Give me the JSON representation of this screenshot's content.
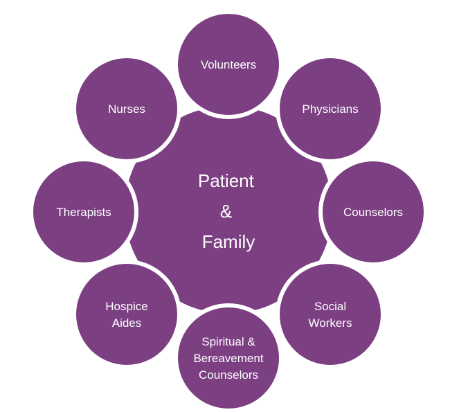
{
  "colors": {
    "fill": "#7b3f82",
    "stroke": "#ffffff",
    "text": "#ffffff"
  },
  "center": {
    "lines": [
      "Patient",
      "&",
      "Family"
    ]
  },
  "nodes": [
    {
      "id": "volunteers",
      "lines": [
        "Volunteers"
      ]
    },
    {
      "id": "physicians",
      "lines": [
        "Physicians"
      ]
    },
    {
      "id": "counselors",
      "lines": [
        "Counselors"
      ]
    },
    {
      "id": "social-workers",
      "lines": [
        "Social",
        "Workers"
      ]
    },
    {
      "id": "spiritual-bereavement-counselors",
      "lines": [
        "Spiritual &",
        "Bereavement",
        "Counselors"
      ]
    },
    {
      "id": "hospice-aides",
      "lines": [
        "Hospice",
        "Aides"
      ]
    },
    {
      "id": "therapists",
      "lines": [
        "Therapists"
      ]
    },
    {
      "id": "nurses",
      "lines": [
        "Nurses"
      ]
    }
  ]
}
